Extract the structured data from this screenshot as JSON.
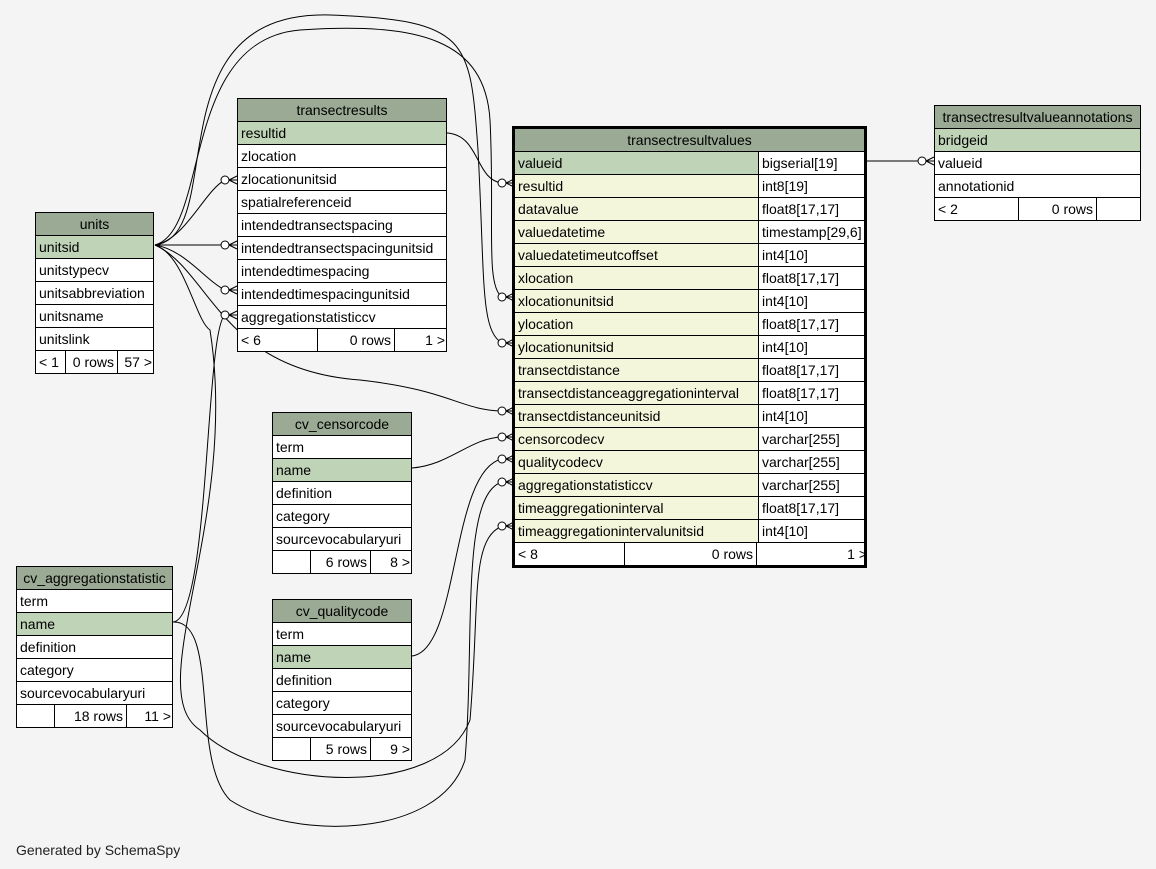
{
  "generated_by": "Generated by SchemaSpy",
  "tables": {
    "units": {
      "title": "units",
      "rows": [
        {
          "name": "unitsid",
          "pk": true
        },
        {
          "name": "unitstypecv"
        },
        {
          "name": "unitsabbreviation"
        },
        {
          "name": "unitsname"
        },
        {
          "name": "unitslink"
        }
      ],
      "footer": {
        "parents": "< 1",
        "rows": "0 rows",
        "children": "57 >"
      }
    },
    "transectresults": {
      "title": "transectresults",
      "rows": [
        {
          "name": "resultid",
          "pk": true
        },
        {
          "name": "zlocation"
        },
        {
          "name": "zlocationunitsid"
        },
        {
          "name": "spatialreferenceid"
        },
        {
          "name": "intendedtransectspacing"
        },
        {
          "name": "intendedtransectspacingunitsid"
        },
        {
          "name": "intendedtimespacing"
        },
        {
          "name": "intendedtimespacingunitsid"
        },
        {
          "name": "aggregationstatisticcv"
        }
      ],
      "footer": {
        "parents": "< 6",
        "rows": "0 rows",
        "children": "1 >"
      }
    },
    "transectresultvalues": {
      "title": "transectresultvalues",
      "rows": [
        {
          "name": "valueid",
          "type": "bigserial[19]",
          "pk": true
        },
        {
          "name": "resultid",
          "type": "int8[19]"
        },
        {
          "name": "datavalue",
          "type": "float8[17,17]"
        },
        {
          "name": "valuedatetime",
          "type": "timestamp[29,6]"
        },
        {
          "name": "valuedatetimeutcoffset",
          "type": "int4[10]"
        },
        {
          "name": "xlocation",
          "type": "float8[17,17]"
        },
        {
          "name": "xlocationunitsid",
          "type": "int4[10]"
        },
        {
          "name": "ylocation",
          "type": "float8[17,17]"
        },
        {
          "name": "ylocationunitsid",
          "type": "int4[10]"
        },
        {
          "name": "transectdistance",
          "type": "float8[17,17]"
        },
        {
          "name": "transectdistanceaggregationinterval",
          "type": "float8[17,17]"
        },
        {
          "name": "transectdistanceunitsid",
          "type": "int4[10]"
        },
        {
          "name": "censorcodecv",
          "type": "varchar[255]"
        },
        {
          "name": "qualitycodecv",
          "type": "varchar[255]"
        },
        {
          "name": "aggregationstatisticcv",
          "type": "varchar[255]"
        },
        {
          "name": "timeaggregationinterval",
          "type": "float8[17,17]"
        },
        {
          "name": "timeaggregationintervalunitsid",
          "type": "int4[10]"
        }
      ],
      "footer": {
        "parents": "< 8",
        "rows": "0 rows",
        "children": "1 >"
      }
    },
    "transectresultvalueannotations": {
      "title": "transectresultvalueannotations",
      "rows": [
        {
          "name": "bridgeid",
          "pk": true
        },
        {
          "name": "valueid"
        },
        {
          "name": "annotationid"
        }
      ],
      "footer": {
        "parents": "< 2",
        "rows": "0 rows",
        "children": ""
      }
    },
    "cv_censorcode": {
      "title": "cv_censorcode",
      "rows": [
        {
          "name": "term"
        },
        {
          "name": "name",
          "pk": true
        },
        {
          "name": "definition"
        },
        {
          "name": "category"
        },
        {
          "name": "sourcevocabularyuri"
        }
      ],
      "footer": {
        "parents": "",
        "rows": "6 rows",
        "children": "8 >"
      }
    },
    "cv_qualitycode": {
      "title": "cv_qualitycode",
      "rows": [
        {
          "name": "term"
        },
        {
          "name": "name",
          "pk": true
        },
        {
          "name": "definition"
        },
        {
          "name": "category"
        },
        {
          "name": "sourcevocabularyuri"
        }
      ],
      "footer": {
        "parents": "",
        "rows": "5 rows",
        "children": "9 >"
      }
    },
    "cv_aggregationstatistic": {
      "title": "cv_aggregationstatistic",
      "rows": [
        {
          "name": "term"
        },
        {
          "name": "name",
          "pk": true
        },
        {
          "name": "definition"
        },
        {
          "name": "category"
        },
        {
          "name": "sourcevocabularyuri"
        }
      ],
      "footer": {
        "parents": "",
        "rows": "18 rows",
        "children": "11 >"
      }
    }
  },
  "colors": {
    "header": "#9aaa94",
    "primary_key_row": "#bfd3b7",
    "focus_column_row": "#f4f6dc",
    "background": "#f4f4f4",
    "edge": "#000000"
  }
}
